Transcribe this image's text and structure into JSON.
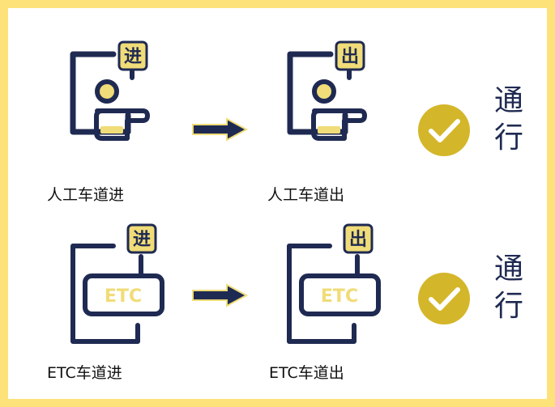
{
  "colors": {
    "navy": "#1f2a52",
    "yellow": "#f0dc78",
    "border": "#fde27a",
    "check": "#d4b62a"
  },
  "rows": [
    {
      "entry": {
        "badge": "进",
        "label": "人工车道进"
      },
      "exit": {
        "badge": "出",
        "label": "人工车道出"
      },
      "result": [
        "通",
        "行"
      ]
    },
    {
      "entry": {
        "badge": "进",
        "label": "ETC车道进",
        "screen": "ETC"
      },
      "exit": {
        "badge": "出",
        "label": "ETC车道出",
        "screen": "ETC"
      },
      "result": [
        "通",
        "行"
      ]
    }
  ]
}
